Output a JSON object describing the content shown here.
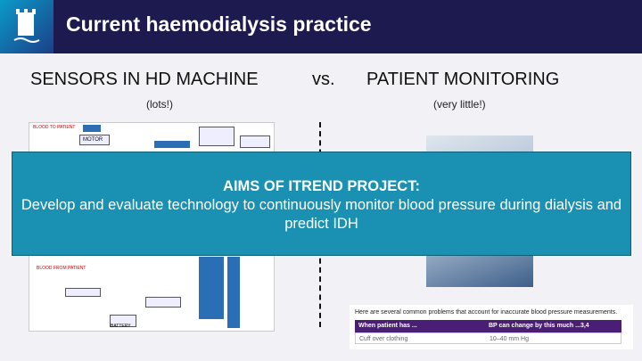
{
  "header": {
    "title": "Current haemodialysis practice"
  },
  "left": {
    "heading": "SENSORS IN HD MACHINE",
    "sub": "(lots!)"
  },
  "vs": "vs.",
  "right": {
    "heading": "PATIENT MONITORING",
    "sub": "(very little!)"
  },
  "banner": {
    "title": "AIMS OF ITREND PROJECT:",
    "text": "Develop and evaluate technology to continuously monitor blood pressure during dialysis and predict IDH"
  },
  "table": {
    "caption": "Here are several common problems that account for inaccurate blood pressure measurements.",
    "headers": [
      "When patient has ...",
      "BP can change by this much ...3,4"
    ],
    "rows": [
      [
        "Cuff over clothing",
        "10–40 mm Hg"
      ]
    ]
  },
  "diagram": {
    "labels": [
      "BLOOD TO PATIENT",
      "BLOOD FROM PATIENT",
      "MOTOR",
      "BATTERY"
    ]
  }
}
